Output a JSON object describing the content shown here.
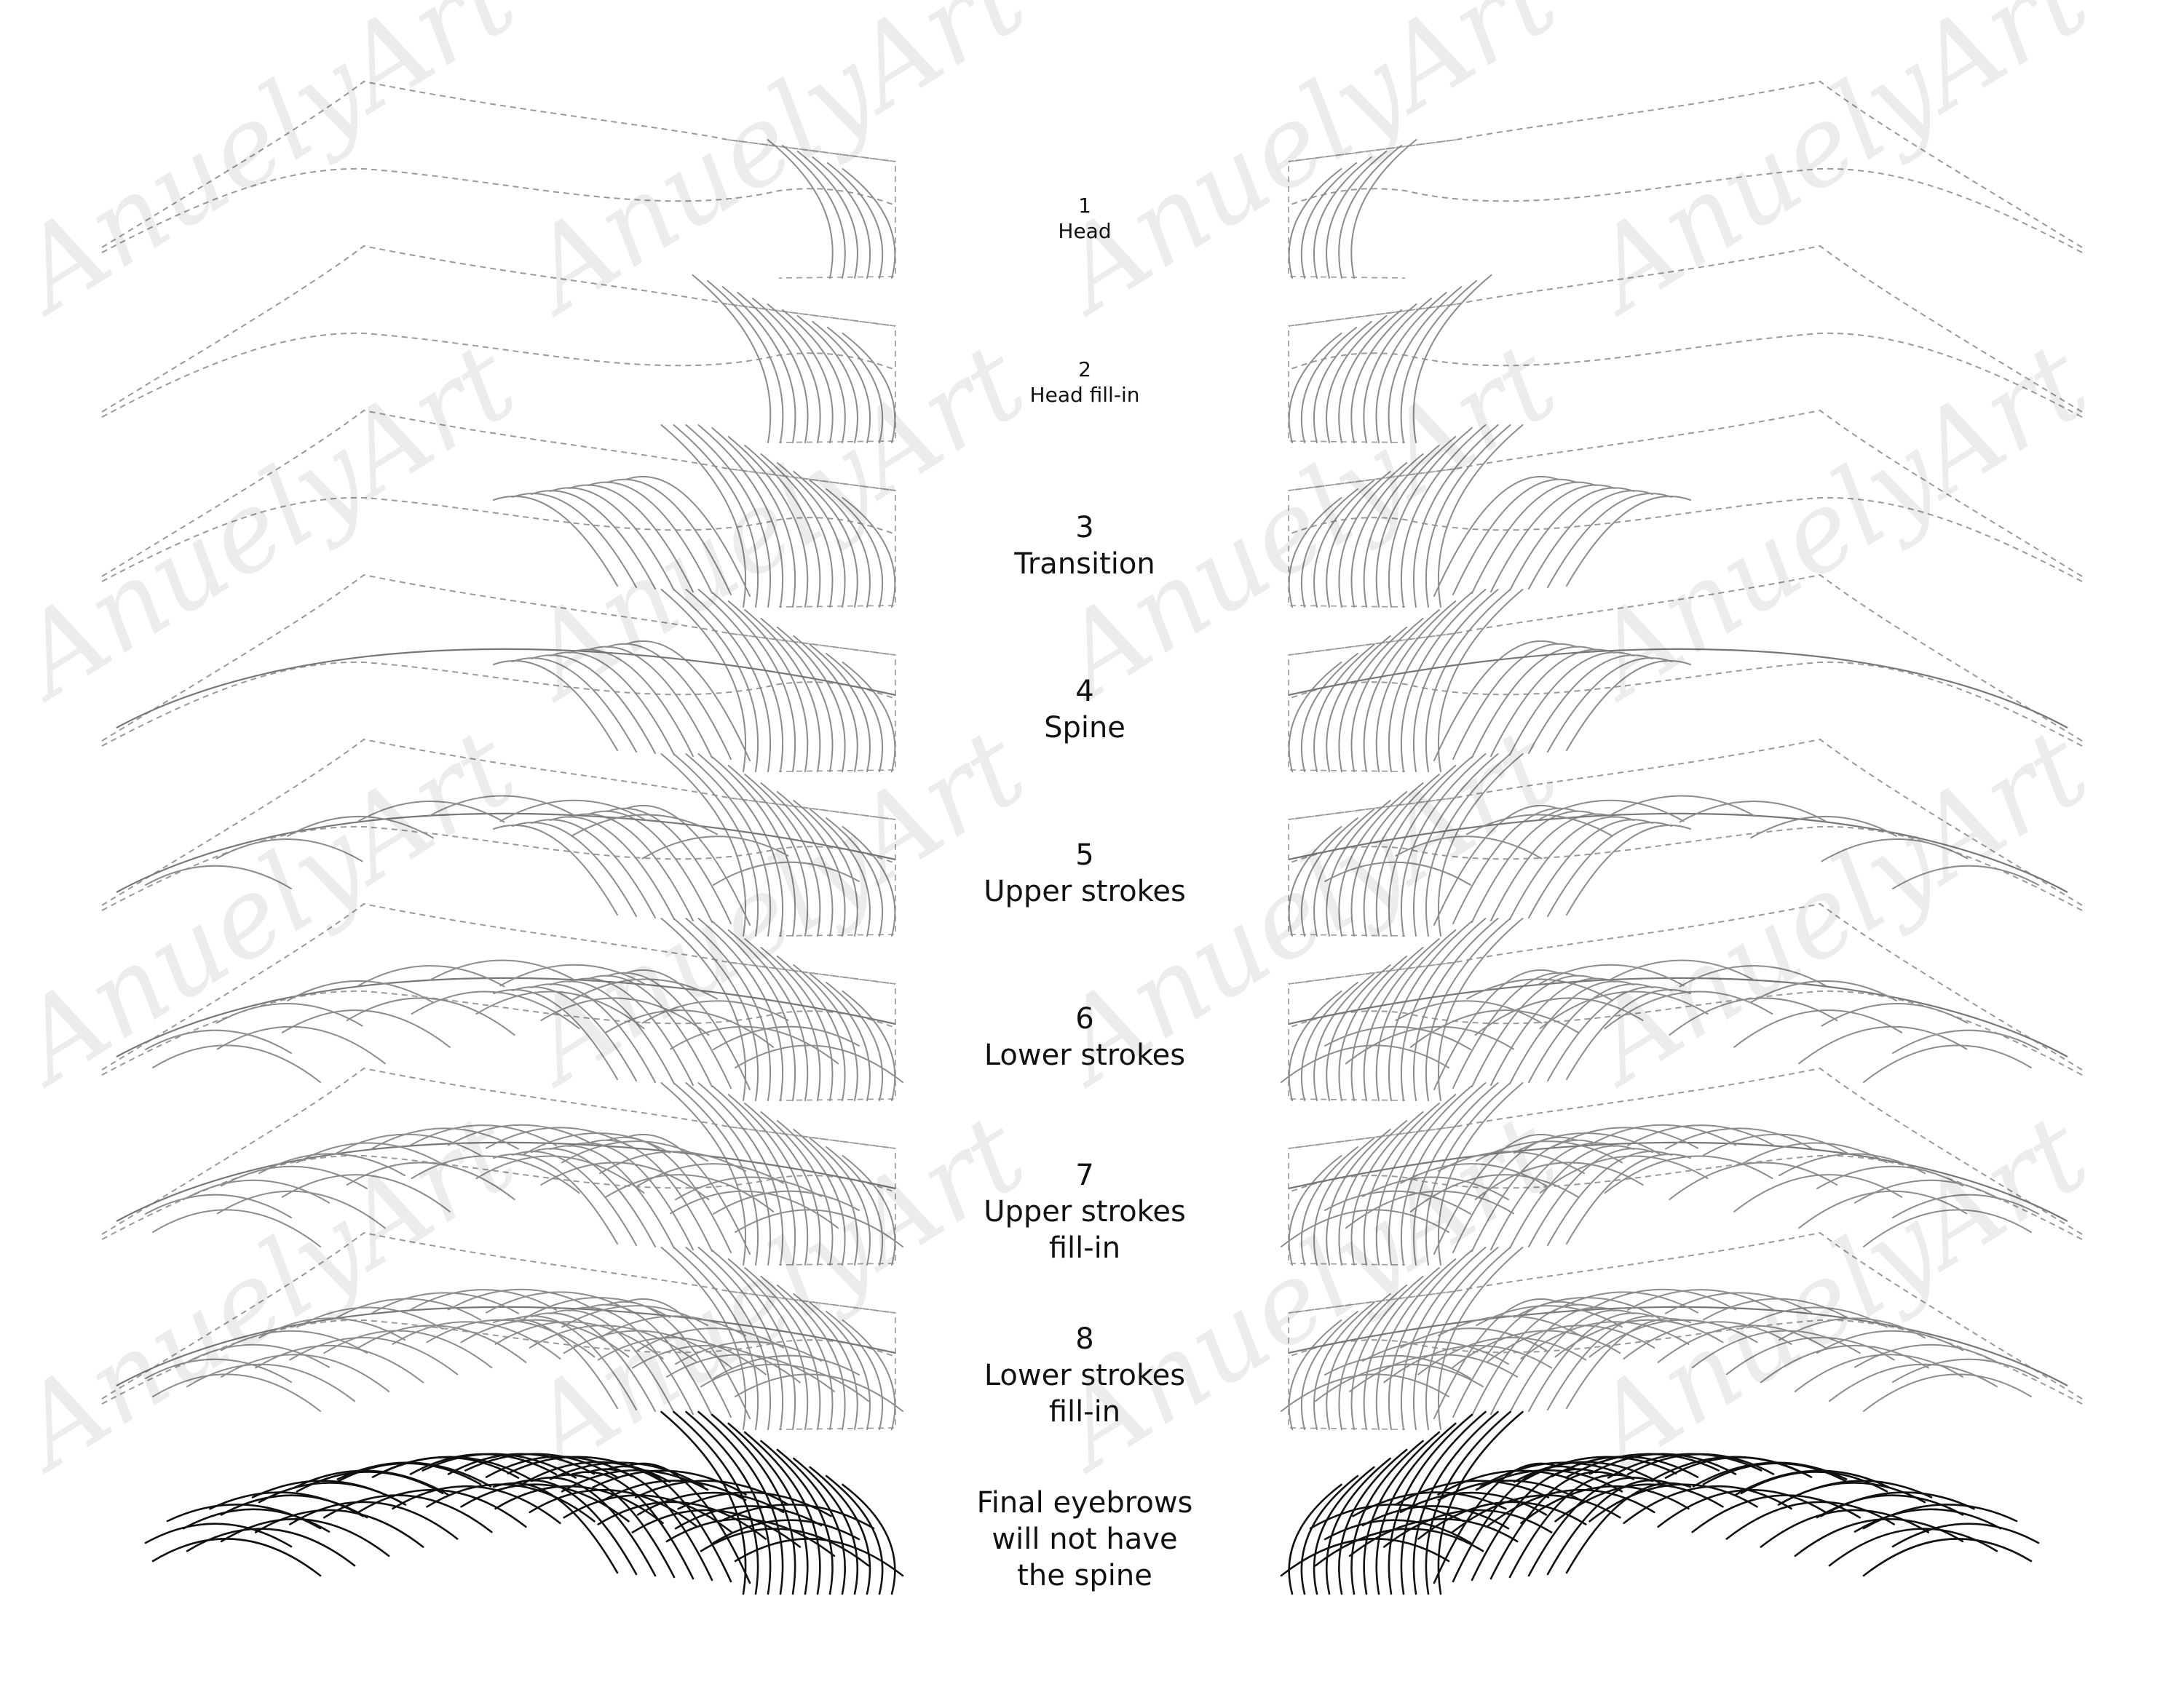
{
  "watermark": {
    "text": "AnuelyArt"
  },
  "steps": [
    {
      "number": "1",
      "lines": [
        "Head"
      ],
      "size": "small"
    },
    {
      "number": "2",
      "lines": [
        "Head fill-in"
      ],
      "size": "small"
    },
    {
      "number": "3",
      "lines": [
        "Transition"
      ],
      "size": "big"
    },
    {
      "number": "4",
      "lines": [
        "Spine"
      ],
      "size": "big"
    },
    {
      "number": "5",
      "lines": [
        "Upper strokes"
      ],
      "size": "big"
    },
    {
      "number": "6",
      "lines": [
        "Lower strokes"
      ],
      "size": "big"
    },
    {
      "number": "7",
      "lines": [
        "Upper strokes",
        "fill-in"
      ],
      "size": "big"
    },
    {
      "number": "8",
      "lines": [
        "Lower strokes",
        "fill-in"
      ],
      "size": "big"
    },
    {
      "number": "",
      "lines": [
        "Final eyebrows",
        "will not have",
        "the spine"
      ],
      "size": "big"
    }
  ],
  "colors": {
    "outline": "#9a9a9a",
    "stroke": "#8c8c8c",
    "final_stroke": "#111111",
    "text": "#111111"
  }
}
